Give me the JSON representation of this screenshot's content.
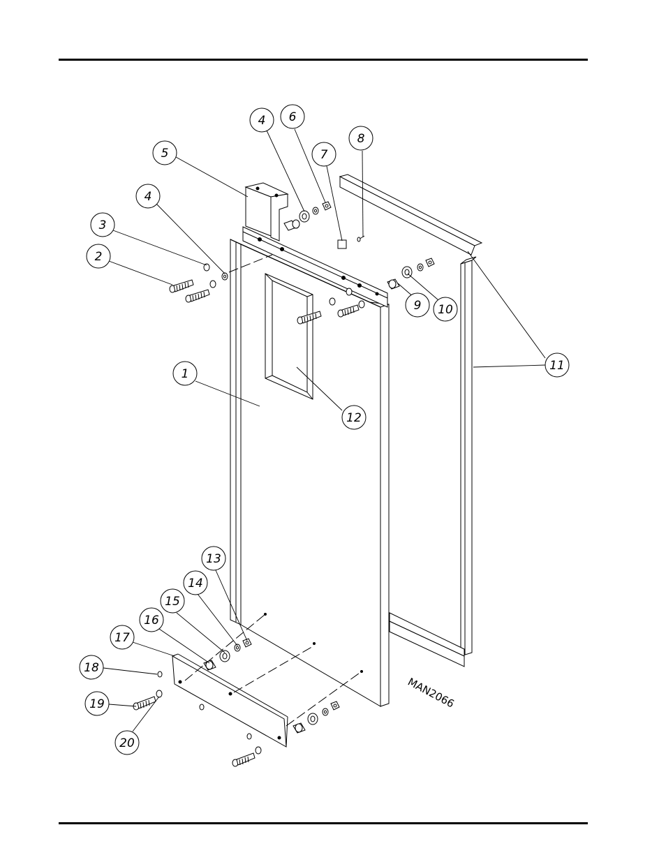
{
  "drawing_code": "MAN2066",
  "callouts": {
    "c1": "1",
    "c2": "2",
    "c3": "3",
    "c4a": "4",
    "c4b": "4",
    "c5": "5",
    "c6": "6",
    "c7": "7",
    "c8": "8",
    "c9": "9",
    "c10": "10",
    "c11": "11",
    "c12": "12",
    "c13": "13",
    "c14": "14",
    "c15": "15",
    "c16": "16",
    "c17": "17",
    "c18": "18",
    "c19": "19",
    "c20": "20"
  }
}
